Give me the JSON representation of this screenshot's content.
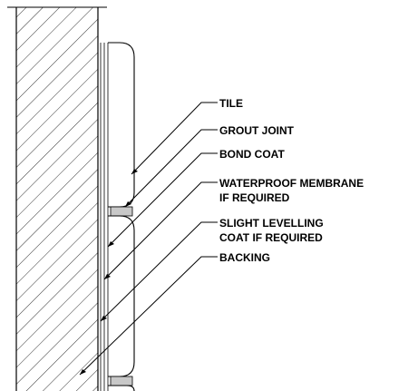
{
  "labels": {
    "tile": "TILE",
    "grout_joint": "GROUT JOINT",
    "bond_coat": "BOND COAT",
    "waterproof_membrane_1": "WATERPROOF MEMBRANE",
    "waterproof_membrane_2": "IF REQUIRED",
    "levelling_coat_1": "SLIGHT LEVELLING",
    "levelling_coat_2": "COAT IF REQUIRED",
    "backing": "BACKING"
  },
  "colors": {
    "line": "#000000",
    "grout_fill": "#c8c8c8",
    "background": "#ffffff"
  }
}
